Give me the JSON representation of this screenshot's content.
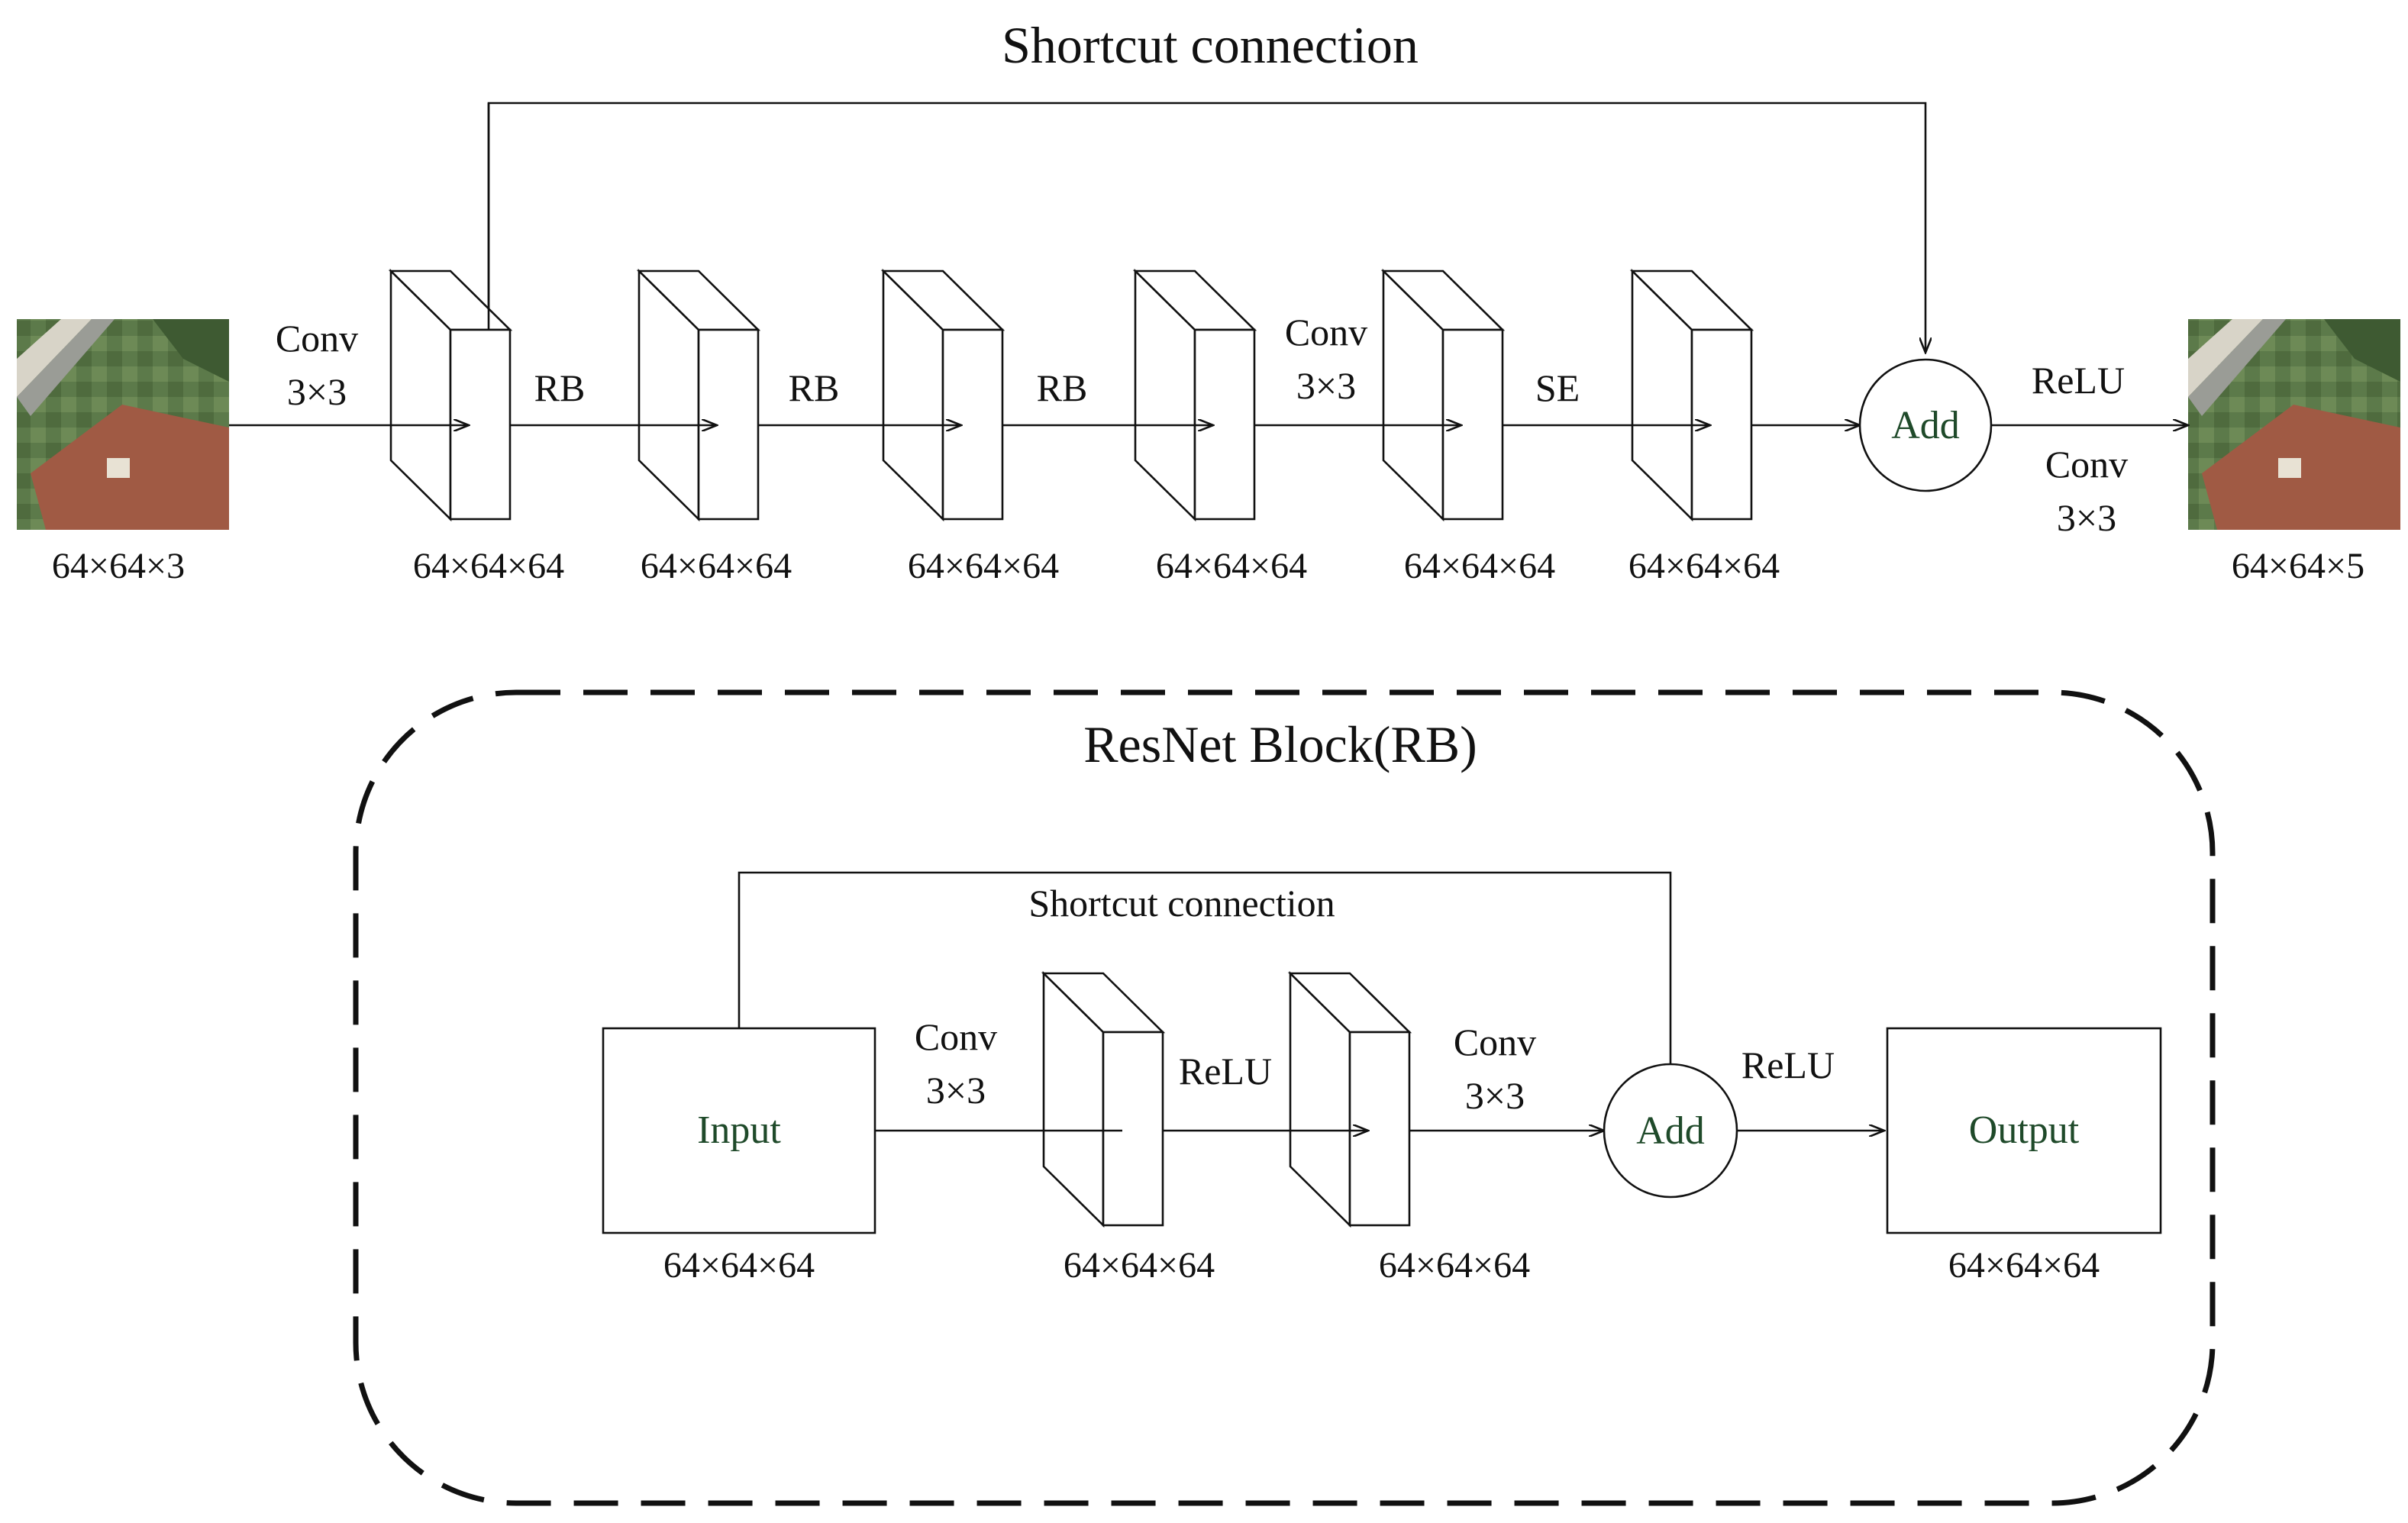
{
  "top": {
    "title": "Shortcut connection",
    "input_dim": "64×64×3",
    "output_dim": "64×64×5",
    "steps": [
      {
        "label": "Conv",
        "label2": "3×3"
      },
      {
        "label": "RB",
        "label2": ""
      },
      {
        "label": "RB",
        "label2": ""
      },
      {
        "label": "RB",
        "label2": ""
      },
      {
        "label": "Conv",
        "label2": "3×3"
      },
      {
        "label": "SE",
        "label2": ""
      }
    ],
    "feature_dims": [
      "64×64×64",
      "64×64×64",
      "64×64×64",
      "64×64×64",
      "64×64×64",
      "64×64×64"
    ],
    "add_label": "Add",
    "relu_label": "ReLU",
    "out_conv_label": "Conv",
    "out_conv_label2": "3×3"
  },
  "block": {
    "title": "ResNet Block(RB)",
    "shortcut_label": "Shortcut connection",
    "input_label": "Input",
    "input_dim": "64×64×64",
    "conv1_label": "Conv",
    "conv1_label2": "3×3",
    "feat1_dim": "64×64×64",
    "relu1_label": "ReLU",
    "feat2_dim": "64×64×64",
    "conv2_label": "Conv",
    "conv2_label2": "3×3",
    "add_label": "Add",
    "relu2_label": "ReLU",
    "output_label": "Output",
    "output_dim": "64×64×64"
  },
  "colors": {
    "line": "#111111",
    "node_text": "#1f4a2a"
  }
}
